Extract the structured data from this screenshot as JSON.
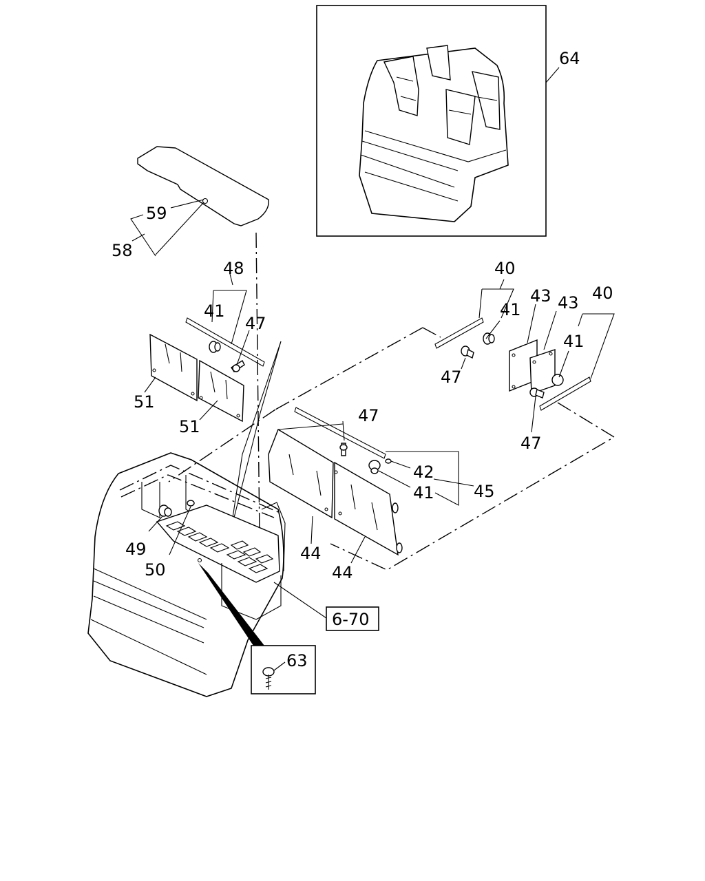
{
  "labels": {
    "l64": "64",
    "l59": "59",
    "l58": "58",
    "l48": "48",
    "l41a": "41",
    "l47a": "47",
    "l51a": "51",
    "l51b": "51",
    "l40a": "40",
    "l41b": "41",
    "l43a": "43",
    "l43b": "43",
    "l40b": "40",
    "l41c": "41",
    "l47b": "47",
    "l47c": "47",
    "l47d": "47",
    "l42": "42",
    "l41d": "41",
    "l45": "45",
    "l44a": "44",
    "l44b": "44",
    "l49": "49",
    "l50": "50",
    "l63": "63",
    "ref": "6-70"
  }
}
